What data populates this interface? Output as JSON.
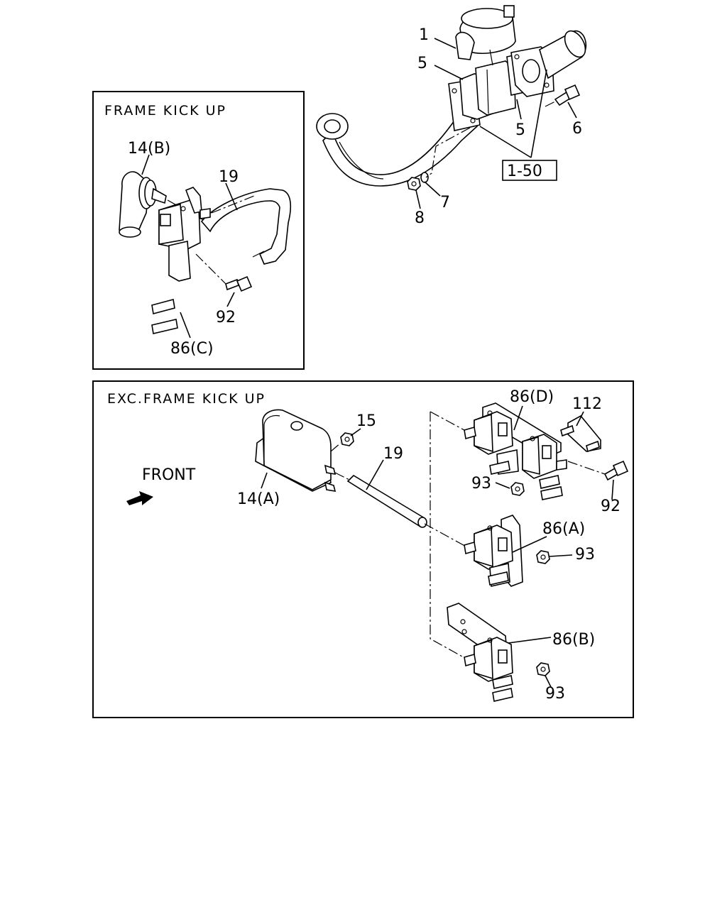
{
  "panels": {
    "kick_up": {
      "header": "FRAME KICK UP"
    },
    "exc": {
      "header": "EXC.FRAME KICK UP"
    }
  },
  "callouts": {
    "top_1": "1",
    "top_5a": "5",
    "top_5b": "5",
    "top_6": "6",
    "top_7": "7",
    "top_8": "8",
    "top_ref": "1-50",
    "k_14b": "14(B)",
    "k_19": "19",
    "k_92": "92",
    "k_86c": "86(C)",
    "e_15": "15",
    "e_19": "19",
    "e_14a": "14(A)",
    "e_front": "FRONT",
    "e_86d": "86(D)",
    "e_112": "112",
    "e_93a": "93",
    "e_92": "92",
    "e_86a": "86(A)",
    "e_93b": "93",
    "e_86b": "86(B)",
    "e_93c": "93"
  }
}
